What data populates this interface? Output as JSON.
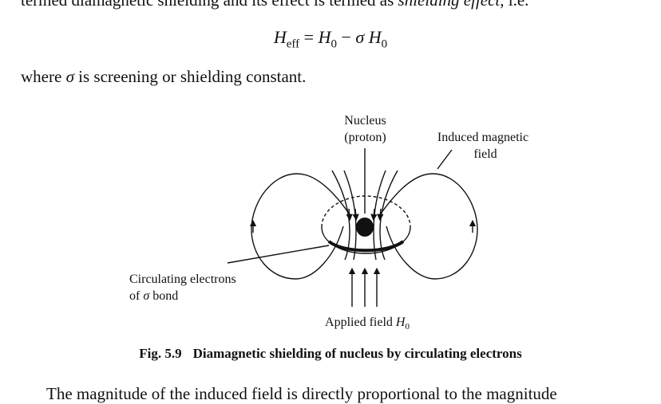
{
  "text": {
    "top_line_a": "termed diamagnetic shielding and its effect is termed as ",
    "top_line_b": "shielding effect",
    "top_line_c": ", i.e.",
    "equation": {
      "lhs": "H",
      "lhs_sub": "eff",
      "eq": " = ",
      "h0a": "H",
      "h0a_sub": "0",
      "minus": " − ",
      "sigma": "σ",
      "h0b": "H",
      "h0b_sub": "0"
    },
    "where_a": "where ",
    "where_sigma": "σ",
    "where_b": " is screening or shielding constant.",
    "bottom_line": "The magnitude of the induced field is directly proportional to the magnitude"
  },
  "figure": {
    "nucleus_label_1": "Nucleus",
    "nucleus_label_2": "(proton)",
    "induced_label_1": "Induced magnetic",
    "induced_label_2": "field",
    "circ_label_1": "Circulating electrons",
    "circ_label_2a": "of ",
    "circ_label_sigma": "σ",
    "circ_label_2b": " bond",
    "applied_label": "Applied field ",
    "applied_h": "H",
    "applied_sub": "0"
  },
  "caption": {
    "number": "Fig. 5.9",
    "text": "Diamagnetic shielding of nucleus by circulating electrons"
  }
}
